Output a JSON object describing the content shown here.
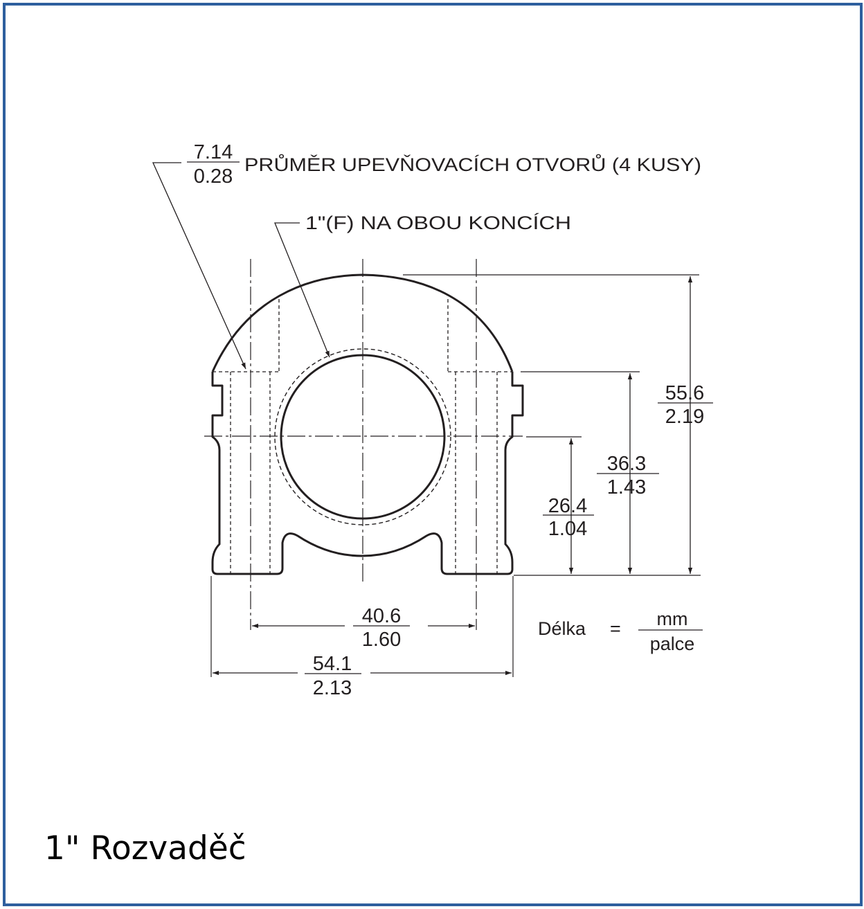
{
  "title": "1\" Rozvaděč",
  "callouts": {
    "mounting_holes": {
      "mm": "7.14",
      "in": "0.28",
      "text": "PRŮMĚR UPEVŇOVACÍCH OTVORŮ (4 KUSY)"
    },
    "ports": {
      "text": "1\"(F) NA OBOU KONCÍCH"
    }
  },
  "dimensions": {
    "overall_height": {
      "mm": "55.6",
      "in": "2.19"
    },
    "upper_height": {
      "mm": "36.3",
      "in": "1.43"
    },
    "center_height": {
      "mm": "26.4",
      "in": "1.04"
    },
    "hole_spacing": {
      "mm": "40.6",
      "in": "1.60"
    },
    "overall_width": {
      "mm": "54.1",
      "in": "2.13"
    }
  },
  "legend": {
    "label": "Délka",
    "equals": "=",
    "numerator": "mm",
    "denominator": "palce"
  },
  "colors": {
    "frame": "#2e5f9e",
    "line": "#231f20"
  }
}
